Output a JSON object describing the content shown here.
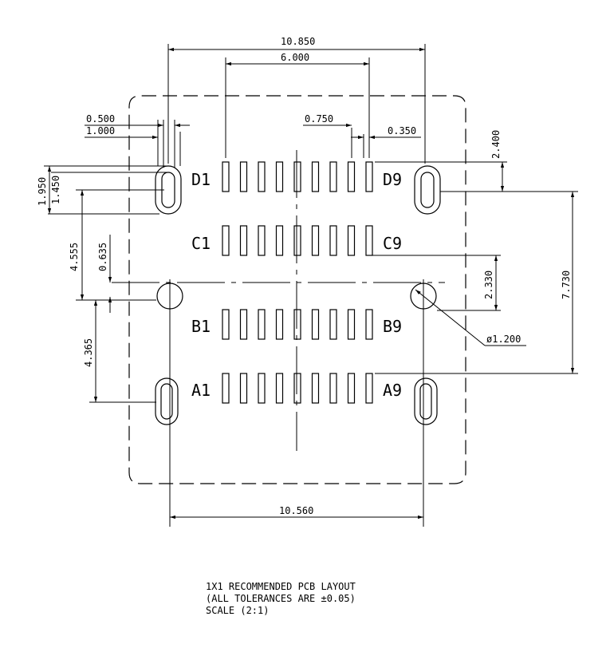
{
  "dimensions": {
    "overall_top": "10.850",
    "pin_span": "6.000",
    "pad_pitch": "0.750",
    "pad_width": "0.350",
    "slot_width": "0.500",
    "slot_outer": "1.000",
    "slot_length_outer": "1.950",
    "slot_length_inner": "1.450",
    "top_offset": "2.400",
    "left_vertical": "4.555",
    "left_small": "0.635",
    "right_small": "2.330",
    "right_large": "7.730",
    "left_lower": "4.365",
    "hole_diameter": "ø1.200",
    "overall_bottom": "10.560"
  },
  "row_labels": {
    "d_left": "D1",
    "d_right": "D9",
    "c_left": "C1",
    "c_right": "C9",
    "b_left": "B1",
    "b_right": "B9",
    "a_left": "A1",
    "a_right": "A9"
  },
  "notes": {
    "line1": "1X1 RECOMMENDED PCB LAYOUT",
    "line2": "(ALL TOLERANCES ARE ±0.05)",
    "line3": "SCALE (2:1)"
  }
}
